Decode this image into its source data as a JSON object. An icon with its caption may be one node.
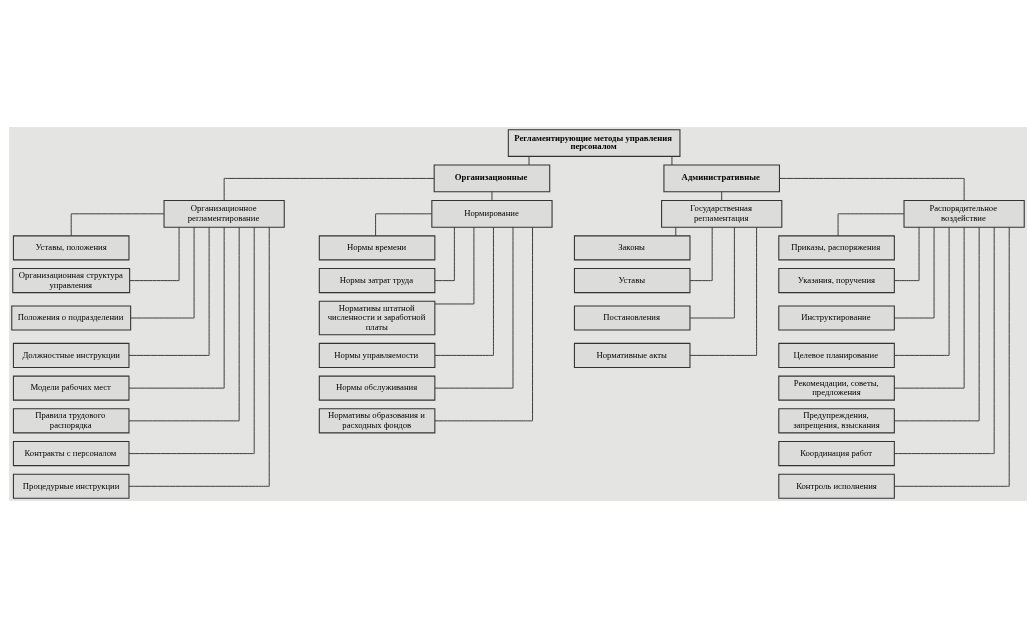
{
  "diagram": {
    "nodes": [
      {
        "text": [
          "Регламентирующие методы управления персоналом"
        ]
      },
      {
        "text": [
          "Организационные"
        ]
      },
      {
        "text": [
          "Административные"
        ]
      },
      {
        "text": [
          "Организационное регламентирование"
        ]
      },
      {
        "text": [
          "Нормирование"
        ]
      },
      {
        "text": [
          "Государственная регламентация"
        ]
      },
      {
        "text": [
          "Распорядительное воздействие"
        ]
      },
      {
        "text": [
          "Уставы, положения"
        ]
      },
      {
        "text": [
          "Организационная структура управления"
        ]
      },
      {
        "text": [
          "Положения о подразделении"
        ]
      },
      {
        "text": [
          "Должностные инструкции"
        ]
      },
      {
        "text": [
          "Модели рабочих мест"
        ]
      },
      {
        "text": [
          "Правила трудового распорядка"
        ]
      },
      {
        "text": [
          "Контракты с персоналом"
        ]
      },
      {
        "text": [
          "Процедурные инструкции"
        ]
      },
      {
        "text": [
          "Нормы времени"
        ]
      },
      {
        "text": [
          "Нормы затрат труда"
        ]
      },
      {
        "text": [
          "Нормативы штатной численности и заработной платы"
        ]
      },
      {
        "text": [
          "Нормы управляемости"
        ]
      },
      {
        "text": [
          "Нормы обслуживания"
        ]
      },
      {
        "text": [
          "Нормативы образования и расходных фондов"
        ]
      },
      {
        "text": [
          "Законы"
        ]
      },
      {
        "text": [
          "Уставы"
        ]
      },
      {
        "text": [
          "Постановления"
        ]
      },
      {
        "text": [
          "Нормативные акты"
        ]
      },
      {
        "text": [
          "Приказы, распоряжения"
        ]
      },
      {
        "text": [
          "Указания, поручения"
        ]
      },
      {
        "text": [
          "Инструктирование"
        ]
      },
      {
        "text": [
          "Целевое планирование"
        ]
      },
      {
        "text": [
          "Рекомендации, советы, предложения"
        ]
      },
      {
        "text": [
          "Предупреждения, запрещения, взыскания"
        ]
      },
      {
        "text": [
          "Координация работ"
        ]
      },
      {
        "text": [
          "Контроль исполнения"
        ]
      }
    ],
    "edges": [
      {
        "from": 0,
        "to": 1,
        "arrow": "none"
      },
      {
        "from": 0,
        "to": 2,
        "arrow": "none"
      },
      {
        "from": 1,
        "to": 3,
        "arrow": "none"
      },
      {
        "from": 1,
        "to": 4,
        "arrow": "none"
      },
      {
        "from": 2,
        "to": 5,
        "arrow": "none"
      },
      {
        "from": 2,
        "to": 6,
        "arrow": "none"
      },
      {
        "from": 3,
        "to": 7,
        "arrow": "none"
      },
      {
        "from": 3,
        "to": 8,
        "arrow": "none"
      },
      {
        "from": 3,
        "to": 9,
        "arrow": "none"
      },
      {
        "from": 3,
        "to": 10,
        "arrow": "none"
      },
      {
        "from": 3,
        "to": 11,
        "arrow": "none"
      },
      {
        "from": 3,
        "to": 12,
        "arrow": "none"
      },
      {
        "from": 3,
        "to": 13,
        "arrow": "none"
      },
      {
        "from": 3,
        "to": 14,
        "arrow": "none"
      },
      {
        "from": 4,
        "to": 15,
        "arrow": "none"
      },
      {
        "from": 4,
        "to": 16,
        "arrow": "none"
      },
      {
        "from": 4,
        "to": 17,
        "arrow": "none"
      },
      {
        "from": 4,
        "to": 18,
        "arrow": "none"
      },
      {
        "from": 4,
        "to": 19,
        "arrow": "none"
      },
      {
        "from": 4,
        "to": 20,
        "arrow": "none"
      },
      {
        "from": 5,
        "to": 21,
        "arrow": "none"
      },
      {
        "from": 5,
        "to": 22,
        "arrow": "none"
      },
      {
        "from": 5,
        "to": 23,
        "arrow": "none"
      },
      {
        "from": 5,
        "to": 24,
        "arrow": "none"
      },
      {
        "from": 6,
        "to": 25,
        "arrow": "none"
      },
      {
        "from": 6,
        "to": 26,
        "arrow": "none"
      },
      {
        "from": 6,
        "to": 27,
        "arrow": "none"
      },
      {
        "from": 6,
        "to": 28,
        "arrow": "none"
      },
      {
        "from": 6,
        "to": 29,
        "arrow": "none"
      },
      {
        "from": 6,
        "to": 30,
        "arrow": "none"
      },
      {
        "from": 6,
        "to": 31,
        "arrow": "none"
      },
      {
        "from": 6,
        "to": 32,
        "arrow": "none"
      }
    ]
  }
}
